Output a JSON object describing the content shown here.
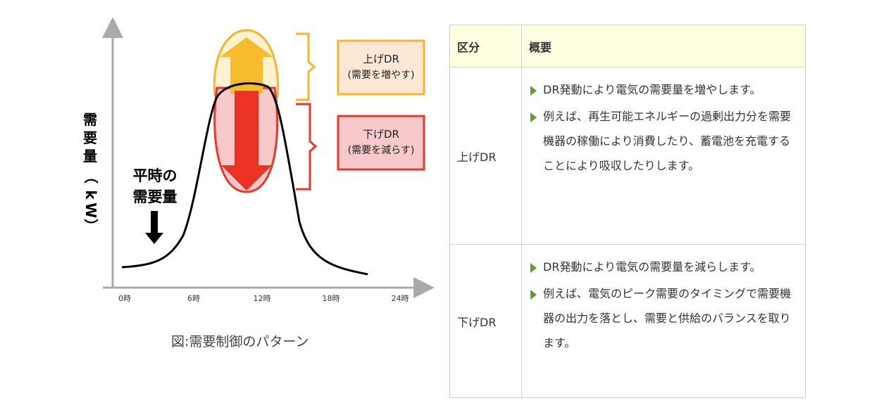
{
  "figure": {
    "y_axis_label_chars": [
      "需",
      "要",
      "量",
      "（",
      "k",
      "W",
      "）"
    ],
    "x_ticks": [
      "0時",
      "6時",
      "12時",
      "18時",
      "24時"
    ],
    "normal_demand_line1": "平時の",
    "normal_demand_line2": "需要量",
    "up_box_line1": "上げDR",
    "up_box_line2": "(需要を増やす)",
    "down_box_line1": "下げDR",
    "down_box_line2": "(需要を減らす)",
    "caption": "図:需要制御のパターン",
    "colors": {
      "up_fill": "#fff2cf",
      "up_stroke": "#f2b62f",
      "up_arrow": "#f7bc2e",
      "down_fill": "#f9c8c8",
      "down_stroke": "#e8382c",
      "down_arrow": "#ea3323",
      "up_box_fill": "#fde8d6",
      "down_box_fill": "#f7c9cb",
      "axis": "#aaaaaa"
    }
  },
  "table": {
    "headers": [
      "区分",
      "概要"
    ],
    "rows": [
      {
        "category": "上げDR",
        "points": [
          "DR発動により電気の需要量を増やします。",
          "例えば、再生可能エネルギーの過剰出力分を需要機器の稼働により消費したり、蓄電池を充電することにより吸収したりします。"
        ]
      },
      {
        "category": "下げDR",
        "points": [
          "DR発動により電気の需要量を減らします。",
          "例えば、電気のピーク需要のタイミングで需要機器の出力を落とし、需要と供給のバランスを取ります。"
        ]
      }
    ],
    "colors": {
      "header_bg": "#ffffe1",
      "bullet": "#5e9e2a",
      "border": "#cfcfcf"
    }
  }
}
